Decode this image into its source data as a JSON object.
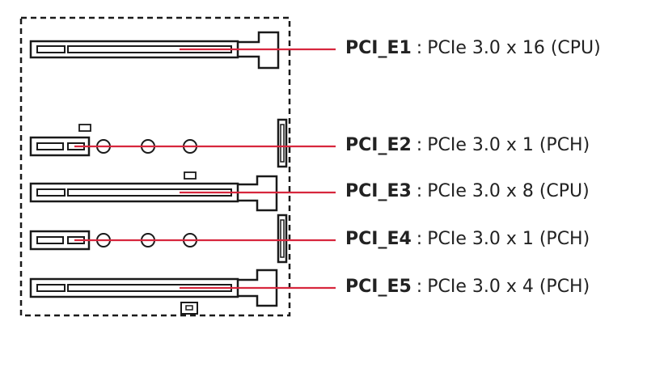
{
  "slots": [
    {
      "name": "PCI_E1",
      "separator": ":",
      "spec": "PCIe 3.0 x 16 (CPU)"
    },
    {
      "name": "PCI_E2",
      "separator": ":",
      "spec": "PCIe 3.0 x 1 (PCH)"
    },
    {
      "name": "PCI_E3",
      "separator": ":",
      "spec": "PCIe 3.0 x 8 (CPU)"
    },
    {
      "name": "PCI_E4",
      "separator": ":",
      "spec": "PCIe 3.0 x 1 (PCH)"
    },
    {
      "name": "PCI_E5",
      "separator": ":",
      "spec": "PCIe 3.0 x 4 (PCH)"
    }
  ],
  "colors": {
    "leader": "#d7263d",
    "outline": "#1a1a1a",
    "text": "#222222"
  }
}
